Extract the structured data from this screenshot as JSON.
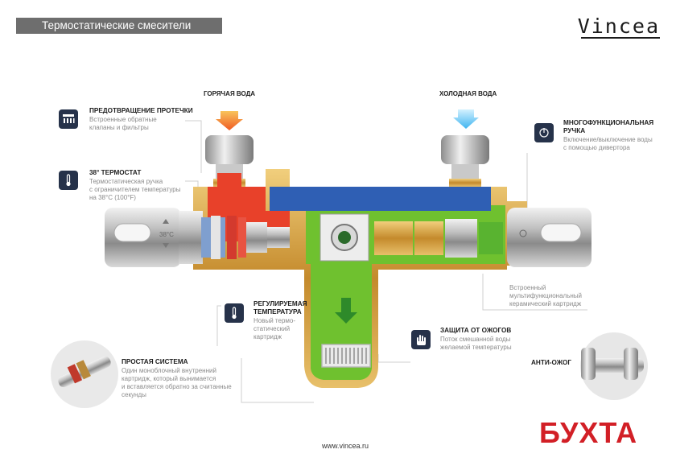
{
  "header": {
    "title": "Термостатические смесители",
    "brand": "Vincea",
    "website": "www.vincea.ru"
  },
  "flows": {
    "hot": "ГОРЯЧАЯ ВОДА",
    "cold": "ХОЛОДНАЯ ВОДА"
  },
  "features": {
    "leak": {
      "title": "ПРЕДОТВРАЩЕНИЕ ПРОТЕЧКИ",
      "lines": [
        "Встроенные обратные",
        "клапаны и фильтры"
      ]
    },
    "thermostat": {
      "title": "38° ТЕРМОСТАТ",
      "lines": [
        "Термостатическая ручка",
        "с ограничителем температуры",
        "на 38°C (100°F)"
      ]
    },
    "handle": {
      "title_lines": [
        "МНОГОФУНКЦИОНАЛЬНАЯ",
        "РУЧКА"
      ],
      "lines": [
        "Включение/выключение воды",
        "с помощью дивертора"
      ]
    },
    "cartridge": {
      "lines": [
        "Встроенный",
        "мультифункциональный",
        "керамический картридж"
      ]
    },
    "adjust": {
      "title_lines": [
        "РЕГУЛИРУЕМАЯ",
        "ТЕМПЕРАТУРА"
      ],
      "lines": [
        "Новый термо-",
        "статический",
        "картридж"
      ]
    },
    "burn": {
      "title": "ЗАЩИТА ОТ ОЖОГОВ",
      "lines": [
        "Поток смешанной воды",
        "желаемой температуры"
      ]
    },
    "simple": {
      "title": "ПРОСТАЯ СИСТЕМА",
      "lines": [
        "Один моноблочный внутренний",
        "картридж, который вынимается",
        "и вставляется обратно за считанные",
        "секунды"
      ]
    },
    "anti": {
      "title": "АНТИ-ОЖОГ"
    }
  },
  "dial_mark": "38°C",
  "watermark": "БУХТА",
  "colors": {
    "hot": "#e8412a",
    "cold": "#2f5fb4",
    "mix": "#6fc12f",
    "brass": "#cf9a3a",
    "badge": "#26324a",
    "watermark": "#d21f26"
  }
}
